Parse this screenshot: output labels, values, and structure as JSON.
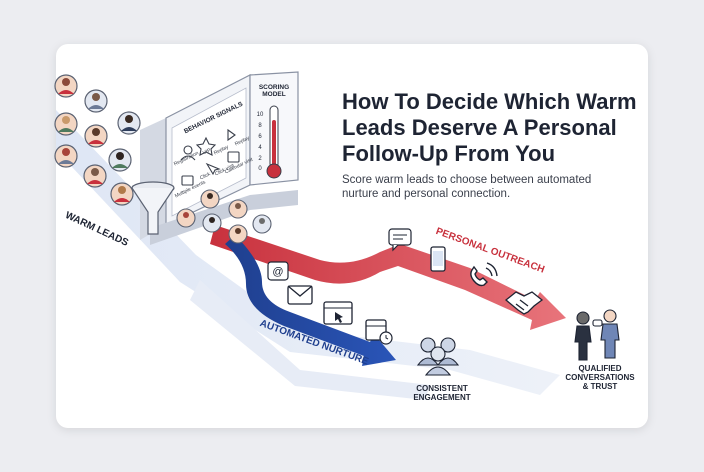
{
  "title": "How To Decide Which Warm Leads Deserve A Personal Follow-Up From You",
  "subtitle": "Score warm leads to choose between automated nurture and personal connection.",
  "labels": {
    "warm_leads": "WARM LEADS",
    "personal_outreach": "PERSONAL OUTREACH",
    "automated_nurture": "AUTOMATED NURTURE",
    "consistent_engagement": "CONSISTENT ENGAGEMENT",
    "qualified_conversations": "QUALIFIED CONVERSATIONS & TRUST"
  },
  "panel": {
    "behavior_signals": "BEHAVIOR SIGNALS",
    "scoring_model": "SCORING MODEL",
    "signals": [
      "Registration",
      "VIP",
      "Replay",
      "Replay",
      "Multiple events",
      "Click",
      "Click visit",
      "Calendar visit"
    ],
    "scale": [
      "10",
      "8",
      "6",
      "4",
      "2",
      "0"
    ]
  },
  "colors": {
    "personal_red": "#c8313d",
    "automated_blue": "#1f3f8e",
    "ink": "#1e2433",
    "page_bg": "#ecedf1"
  },
  "icons": [
    "avatar-icon",
    "funnel-icon",
    "thermometer-icon",
    "chat-icon",
    "phone-icon",
    "phone-call-icon",
    "handshake-icon",
    "email-icon",
    "browser-icon",
    "calendar-icon",
    "group-icon",
    "people-talking-icon"
  ]
}
